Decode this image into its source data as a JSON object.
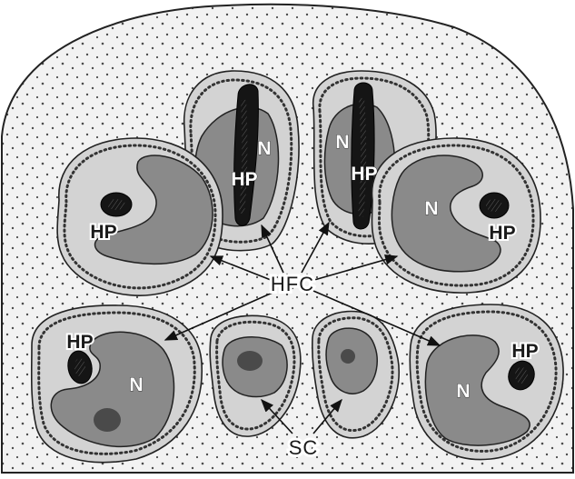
{
  "diagram": {
    "labels": {
      "hfc": "HFC",
      "sc": "SC",
      "nucleus": "N",
      "hp": "HP"
    }
  },
  "colors": {
    "tissue_fill": "#f2f2f2",
    "cell_outer": "#d3d3d3",
    "nucleus_fill": "#8a8a8a",
    "hp_fill": "#151515",
    "nucleolus_fill": "#4a4a4a",
    "outline": "#222222"
  }
}
